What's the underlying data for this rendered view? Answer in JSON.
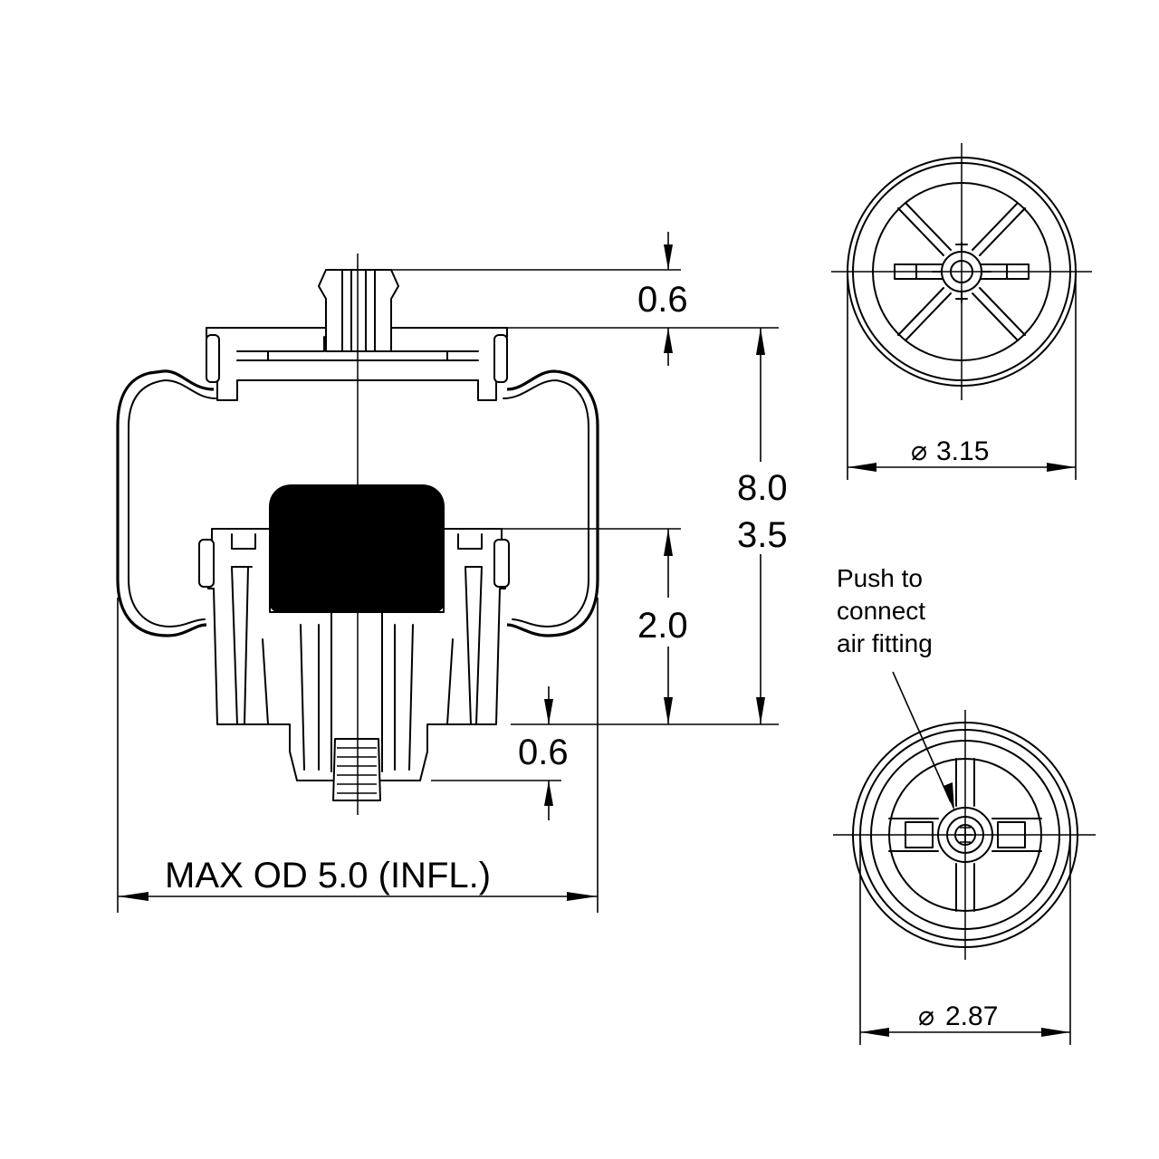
{
  "dimensions": {
    "top_stud_height": "0.6",
    "overall_height_extended": "8.0",
    "overall_height_compressed": "3.5",
    "piston_height": "2.0",
    "bottom_stud_height": "0.6",
    "max_od": "MAX OD 5.0 (INFL.)",
    "top_plate_diameter": "3.15",
    "bottom_piston_diameter": "2.87"
  },
  "symbols": {
    "diameter_symbol": "⌀"
  },
  "note": {
    "line1": "Push to",
    "line2": "connect",
    "line3": "air fitting"
  }
}
